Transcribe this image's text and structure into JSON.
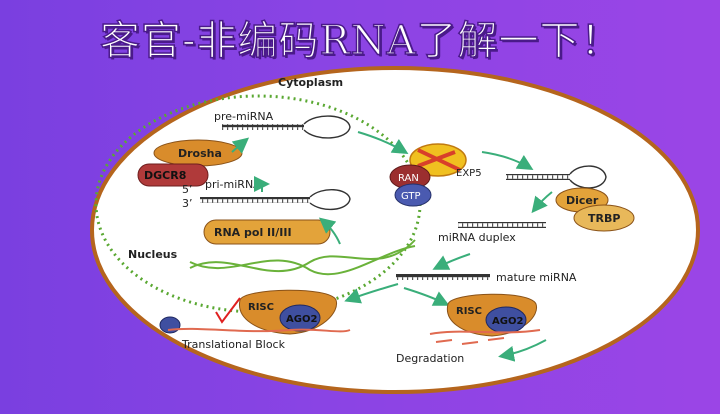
{
  "title": "客官-非编码RNA了解一下！",
  "labels": {
    "cytoplasm": "Cytoplasm",
    "nucleus": "Nucleus",
    "pre_mirna": "pre-miRNA",
    "pri_mirna": "pri-miRNA",
    "five_prime": "5’",
    "three_prime": "3’",
    "drosha": "Drosha",
    "dgcr8": "DGCR8",
    "rna_pol": "RNA pol II/III",
    "ran": "RAN",
    "gtp": "GTP",
    "exp5": "EXP5",
    "dicer": "Dicer",
    "trbp": "TRBP",
    "mirna_duplex": "miRNA duplex",
    "mature_mirna": "mature miRNA",
    "risc_left": "RISC",
    "ago2_left": "AGO2",
    "risc_right": "RISC",
    "ago2_right": "AGO2",
    "translational_block": "Translational Block",
    "degradation": "Degradation"
  },
  "colors": {
    "background": "#8a44e4",
    "cell_border": "#b5651d",
    "nucleus_border": "#5aa832",
    "arrow": "#3aae7a",
    "drosha": "#d98c2b",
    "dgcr8": "#b03a3a",
    "rna_pol": "#e3a33a",
    "ran": "#9b2f2f",
    "gtp": "#4a5ab0",
    "dicer": "#e3a33a",
    "trbp": "#e8b85a",
    "ago2": "#3f4fa0",
    "risc": "#d98c2b",
    "mrna": "#e06a50"
  }
}
